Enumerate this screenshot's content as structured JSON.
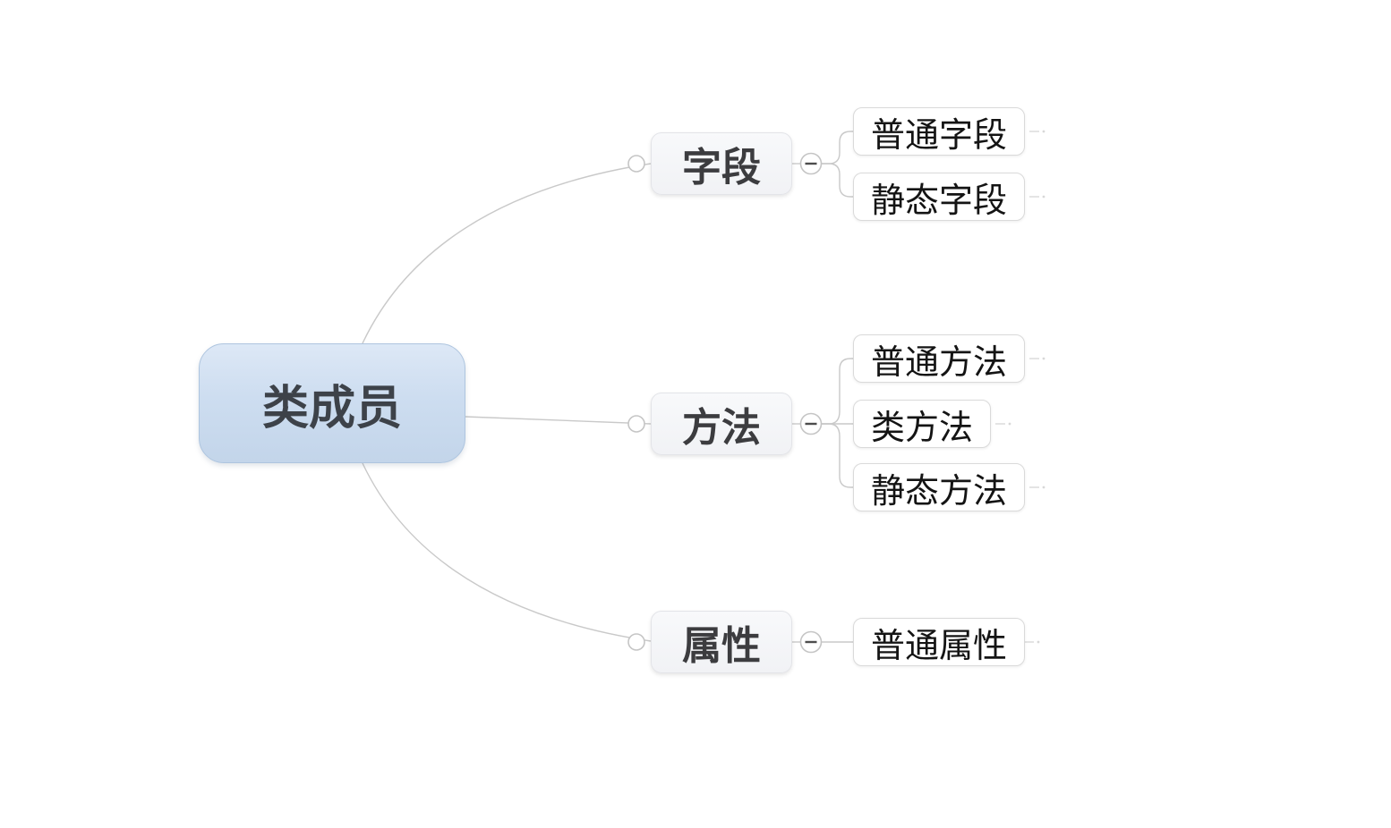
{
  "app": {
    "type": "mind-map",
    "background_color": "#ffffff"
  },
  "mindmap": {
    "root": {
      "label": "类成员"
    },
    "branches": [
      {
        "label": "字段",
        "collapse_state": "expanded",
        "children": [
          {
            "label": "普通字段"
          },
          {
            "label": "静态字段"
          }
        ]
      },
      {
        "label": "方法",
        "collapse_state": "expanded",
        "children": [
          {
            "label": "普通方法"
          },
          {
            "label": "类方法"
          },
          {
            "label": "静态方法"
          }
        ]
      },
      {
        "label": "属性",
        "collapse_state": "expanded",
        "children": [
          {
            "label": "普通属性"
          }
        ]
      }
    ],
    "icons": {
      "collapse_button": "minus-in-circle",
      "junction": "open-dot"
    },
    "colors": {
      "root_fill_top": "#dde8f6",
      "root_fill_bottom": "#c3d5ea",
      "root_border": "#aec5df",
      "root_text": "#3d4249",
      "branch_fill": "#f4f5f7",
      "branch_border": "#e3e4e8",
      "branch_text": "#3c3c3f",
      "leaf_fill": "#ffffff",
      "leaf_border": "#dadada",
      "leaf_text": "#141414",
      "connector_line": "#c9c9c9",
      "collapse_minus": "#4d4d4d"
    }
  }
}
